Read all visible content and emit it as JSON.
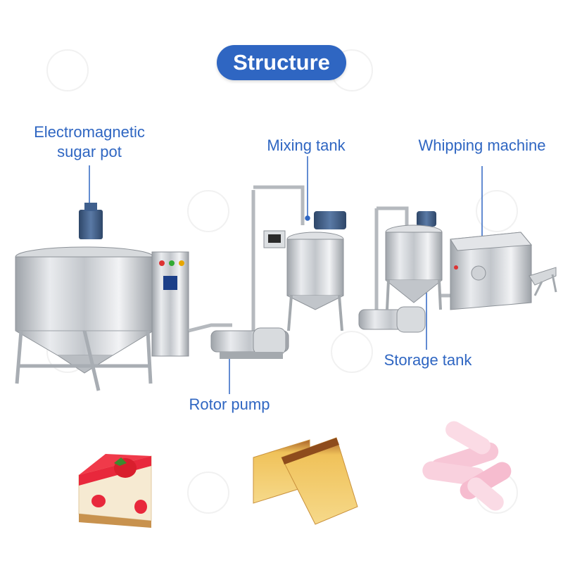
{
  "title": "Structure",
  "labels": {
    "sugar_pot_line1": "Electromagnetic",
    "sugar_pot_line2": "sugar pot",
    "mixing_tank": "Mixing tank",
    "whipping_machine": "Whipping machine",
    "storage_tank": "Storage tank",
    "rotor_pump": "Rotor pump"
  },
  "colors": {
    "accent": "#2f66c2",
    "steel": "#c9ccd1",
    "motor": "#3c5a86"
  }
}
